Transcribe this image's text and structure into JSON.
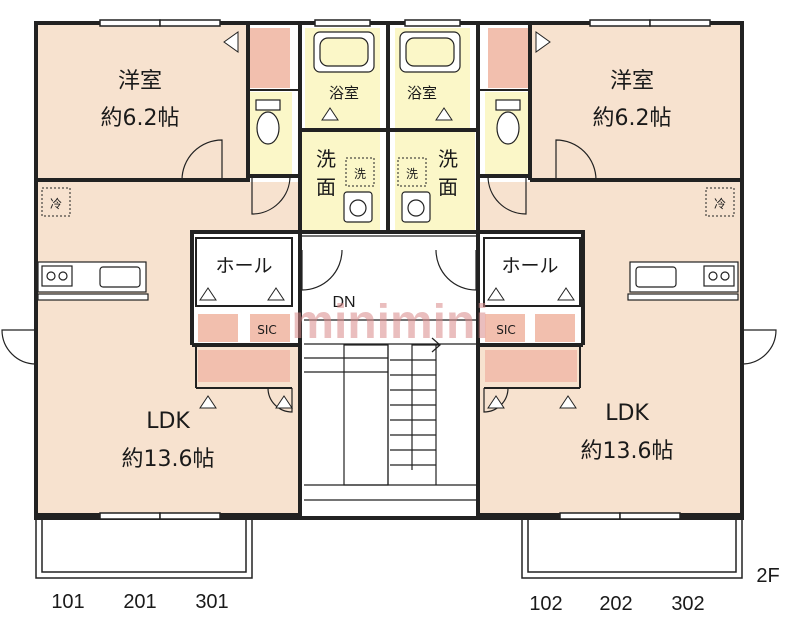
{
  "rooms": {
    "left_western": {
      "name": "洋室",
      "size": "約6.2帖"
    },
    "right_western": {
      "name": "洋室",
      "size": "約6.2帖"
    },
    "left_ldk": {
      "name": "LDK",
      "size": "約13.6帖"
    },
    "right_ldk": {
      "name": "LDK",
      "size": "約13.6帖"
    },
    "left_bath": "浴室",
    "right_bath": "浴室",
    "left_washroom": [
      "洗",
      "面"
    ],
    "right_washroom": [
      "洗",
      "面"
    ],
    "left_hall": "ホール",
    "right_hall": "ホール",
    "left_sic": "SIC",
    "right_sic": "SIC"
  },
  "fixtures": {
    "fridge": "冷",
    "washer": "洗"
  },
  "stairs_label": "DN",
  "floor_label": "2F",
  "left_units": [
    "101",
    "201",
    "301"
  ],
  "right_units": [
    "102",
    "202",
    "302"
  ],
  "watermark": "minimini",
  "colors": {
    "room_fill": "#f7e2cf",
    "wet_fill": "#fbf7c8",
    "storage_fill": "#f2bfae",
    "wall": "#222222",
    "watermark": "#d98a8a"
  }
}
